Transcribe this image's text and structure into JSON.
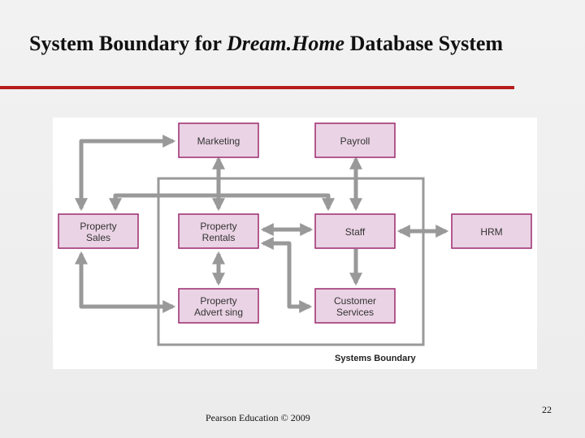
{
  "slide": {
    "title_part1": "System  Boundary for ",
    "title_italic": "Dream.Home",
    "title_part2": " Database System",
    "footer": "Pearson Education © 2009",
    "page_number": "22"
  },
  "diagram": {
    "boxes": {
      "marketing": "Marketing",
      "payroll": "Payroll",
      "property_sales_1": "Property",
      "property_sales_2": "Sales",
      "property_rentals_1": "Property",
      "property_rentals_2": "Rentals",
      "staff": "Staff",
      "hrm": "HRM",
      "property_advertising_1": "Property",
      "property_advertising_2": "Advert sing",
      "customer_services_1": "Customer",
      "customer_services_2": "Services"
    },
    "boundary_label": "Systems Boundary",
    "colors": {
      "box_fill": "#ead3e4",
      "box_border": "#9c2a6e",
      "arrow": "#999999",
      "boundary": "#999999",
      "accent_rule": "#b71c1c"
    }
  }
}
